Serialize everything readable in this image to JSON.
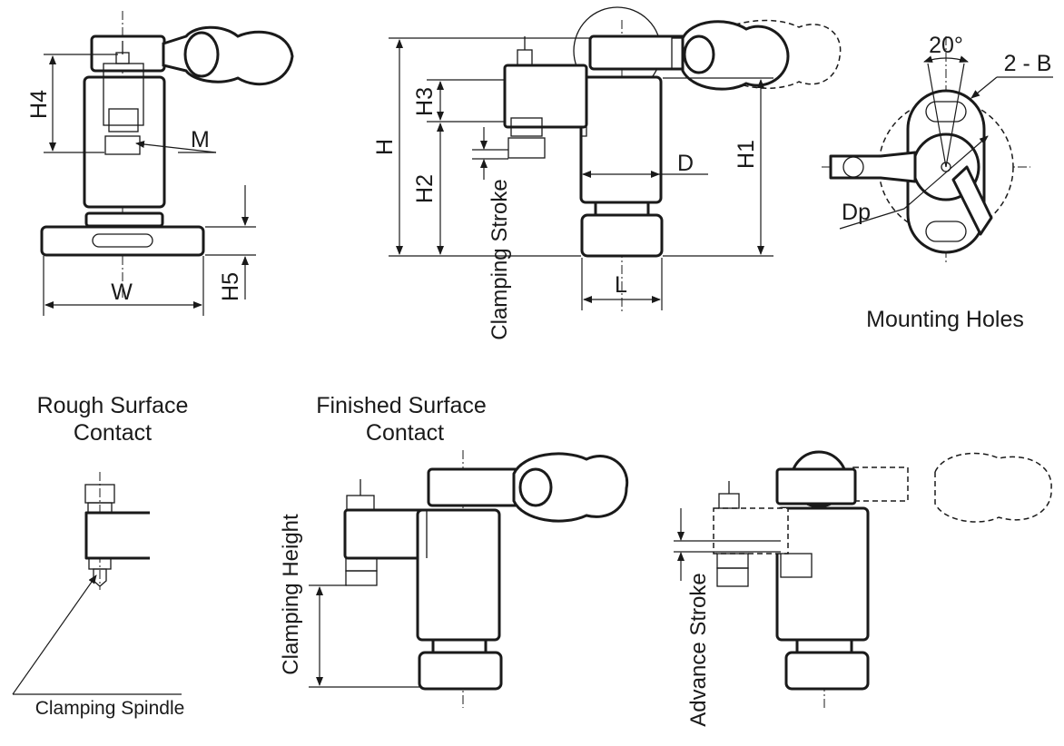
{
  "labels": {
    "H4": "H4",
    "M": "M",
    "W": "W",
    "H5": "H5",
    "H": "H",
    "H3": "H3",
    "H2": "H2",
    "clamping_stroke": "Clamping Stroke",
    "D": "D",
    "H1": "H1",
    "L": "L",
    "angle": "20°",
    "two_b": "2 - B",
    "Dp": "Dp",
    "mounting_holes": "Mounting Holes",
    "rough_line1": "Rough Surface",
    "rough_line2": "Contact",
    "finished_line1": "Finished Surface",
    "finished_line2": "Contact",
    "clamping_height": "Clamping Height",
    "advance_stroke": "Advance Stroke",
    "clamping_spindle": "Clamping Spindle"
  }
}
